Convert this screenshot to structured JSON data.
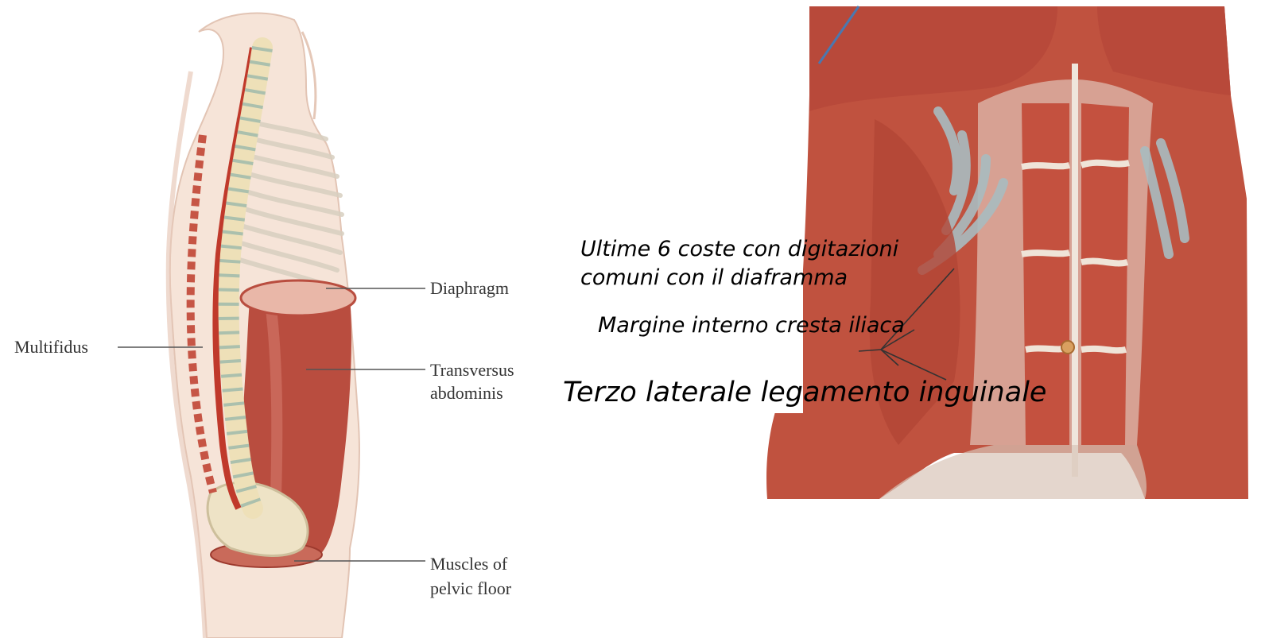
{
  "left_figure": {
    "labels": {
      "diaphragm": "Diaphragm",
      "multifidus": "Multifidus",
      "transversus_line1": "Transversus",
      "transversus_line2": "abdominis",
      "pelvic_line1": "Muscles of",
      "pelvic_line2": "pelvic floor"
    }
  },
  "right_figure": {
    "labels": {
      "ribs_line1": "Ultime 6 coste con digitazioni",
      "ribs_line2": "comuni con il diaframma",
      "iliac": "Margine interno cresta iliaca",
      "inguinal": "Terzo laterale legamento inguinale"
    }
  },
  "colors": {
    "muscle_red": "#b84a3c",
    "muscle_light": "#d9887a",
    "skin": "#f3ddd0",
    "bone": "#efe6c8",
    "fascia": "#e6e0d8",
    "leader_line": "#555555"
  }
}
